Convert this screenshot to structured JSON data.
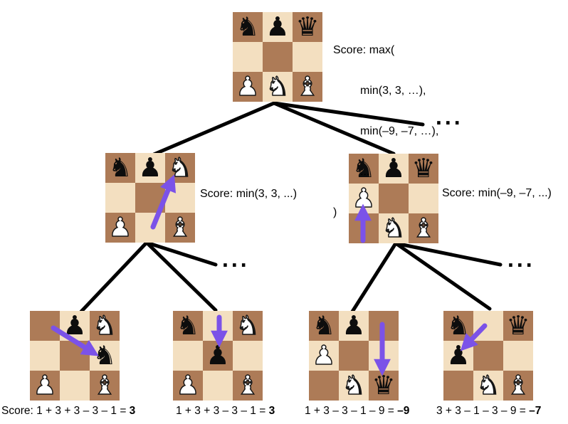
{
  "colors": {
    "board_dark": "#ad7b57",
    "board_light": "#f3dfc0",
    "arrow": "#7b52e8",
    "edge": "#000000"
  },
  "ellipsis": "...",
  "pieces": {
    "bn": {
      "name": "black-knight",
      "glyph": "♞"
    },
    "bp": {
      "name": "black-pawn",
      "glyph": "♟"
    },
    "bq": {
      "name": "black-queen",
      "glyph": "♛"
    },
    "wp": {
      "name": "white-pawn",
      "glyph": "♟"
    },
    "wn": {
      "name": "white-knight",
      "glyph": "♞"
    },
    "wb": {
      "name": "white-bishop",
      "glyph": "♝"
    }
  },
  "nodes": {
    "root": {
      "board": [
        [
          "bn",
          "bp",
          "bq"
        ],
        [
          "",
          "",
          ""
        ],
        [
          "wp",
          "wn",
          "wb"
        ]
      ],
      "annotation": [
        "Score: max(",
        "min(3, 3, …),",
        "min(–9, –7, …),",
        "...",
        ")"
      ]
    },
    "mid_left": {
      "board": [
        [
          "bn",
          "bp",
          "wn"
        ],
        [
          "",
          "",
          ""
        ],
        [
          "wp",
          "",
          "wb"
        ]
      ],
      "label": "Score: min(3, 3, ...)"
    },
    "mid_right": {
      "board": [
        [
          "bn",
          "bp",
          "bq"
        ],
        [
          "wp",
          "",
          ""
        ],
        [
          "",
          "wn",
          "wb"
        ]
      ],
      "label": "Score: min(–9, –7, ...)"
    },
    "leaf1": {
      "board": [
        [
          "",
          "bp",
          "wn"
        ],
        [
          "",
          "",
          "bn"
        ],
        [
          "wp",
          "",
          "wb"
        ]
      ],
      "prefix": "Score: ",
      "expr": "1 + 3 + 3 – 3 – 1 = ",
      "result": "3"
    },
    "leaf2": {
      "board": [
        [
          "bn",
          "",
          "wn"
        ],
        [
          "",
          "bp",
          ""
        ],
        [
          "wp",
          "",
          "wb"
        ]
      ],
      "prefix": "",
      "expr": "1 + 3 + 3 – 3 – 1 = ",
      "result": "3"
    },
    "leaf3": {
      "board": [
        [
          "bn",
          "bp",
          ""
        ],
        [
          "wp",
          "",
          ""
        ],
        [
          "",
          "wn",
          "bq"
        ]
      ],
      "prefix": "",
      "expr": "1 + 3 – 3 – 1 – 9 = ",
      "result": "–9"
    },
    "leaf4": {
      "board": [
        [
          "bn",
          "",
          "bq"
        ],
        [
          "bp",
          "",
          ""
        ],
        [
          "",
          "wn",
          "wb"
        ]
      ],
      "prefix": "",
      "expr": "3 + 3 – 1 – 3 – 9 = ",
      "result": "–7"
    }
  }
}
